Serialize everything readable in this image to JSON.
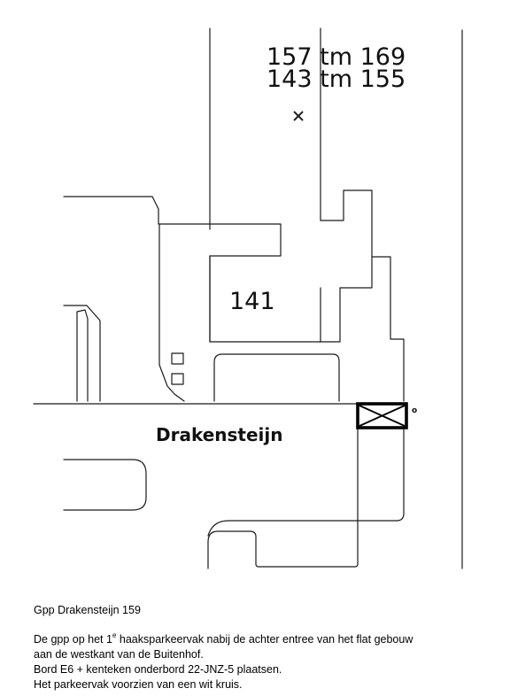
{
  "map": {
    "house_numbers_top_1": "157 tm 169",
    "house_numbers_top_2": "143 tm 155",
    "house_number_block": "141",
    "street_name": "Drakensteijn",
    "marker_small_label": "o",
    "marker_cross_symbol": "×"
  },
  "caption": {
    "title": "Gpp Drakensteijn 159",
    "line1_before_sup": "De gpp op het 1",
    "line1_sup": "e",
    "line1_after_sup": " haakspar­keervak nabij de achter entree van het flat gebouw",
    "line2": "aan de westkant van de Buitenhof.",
    "line3": "Bord E6 + kenteken onderbord 22-JNZ-5 plaatsen.",
    "line4": "Het parkeervak voorzien van een wit kruis."
  }
}
